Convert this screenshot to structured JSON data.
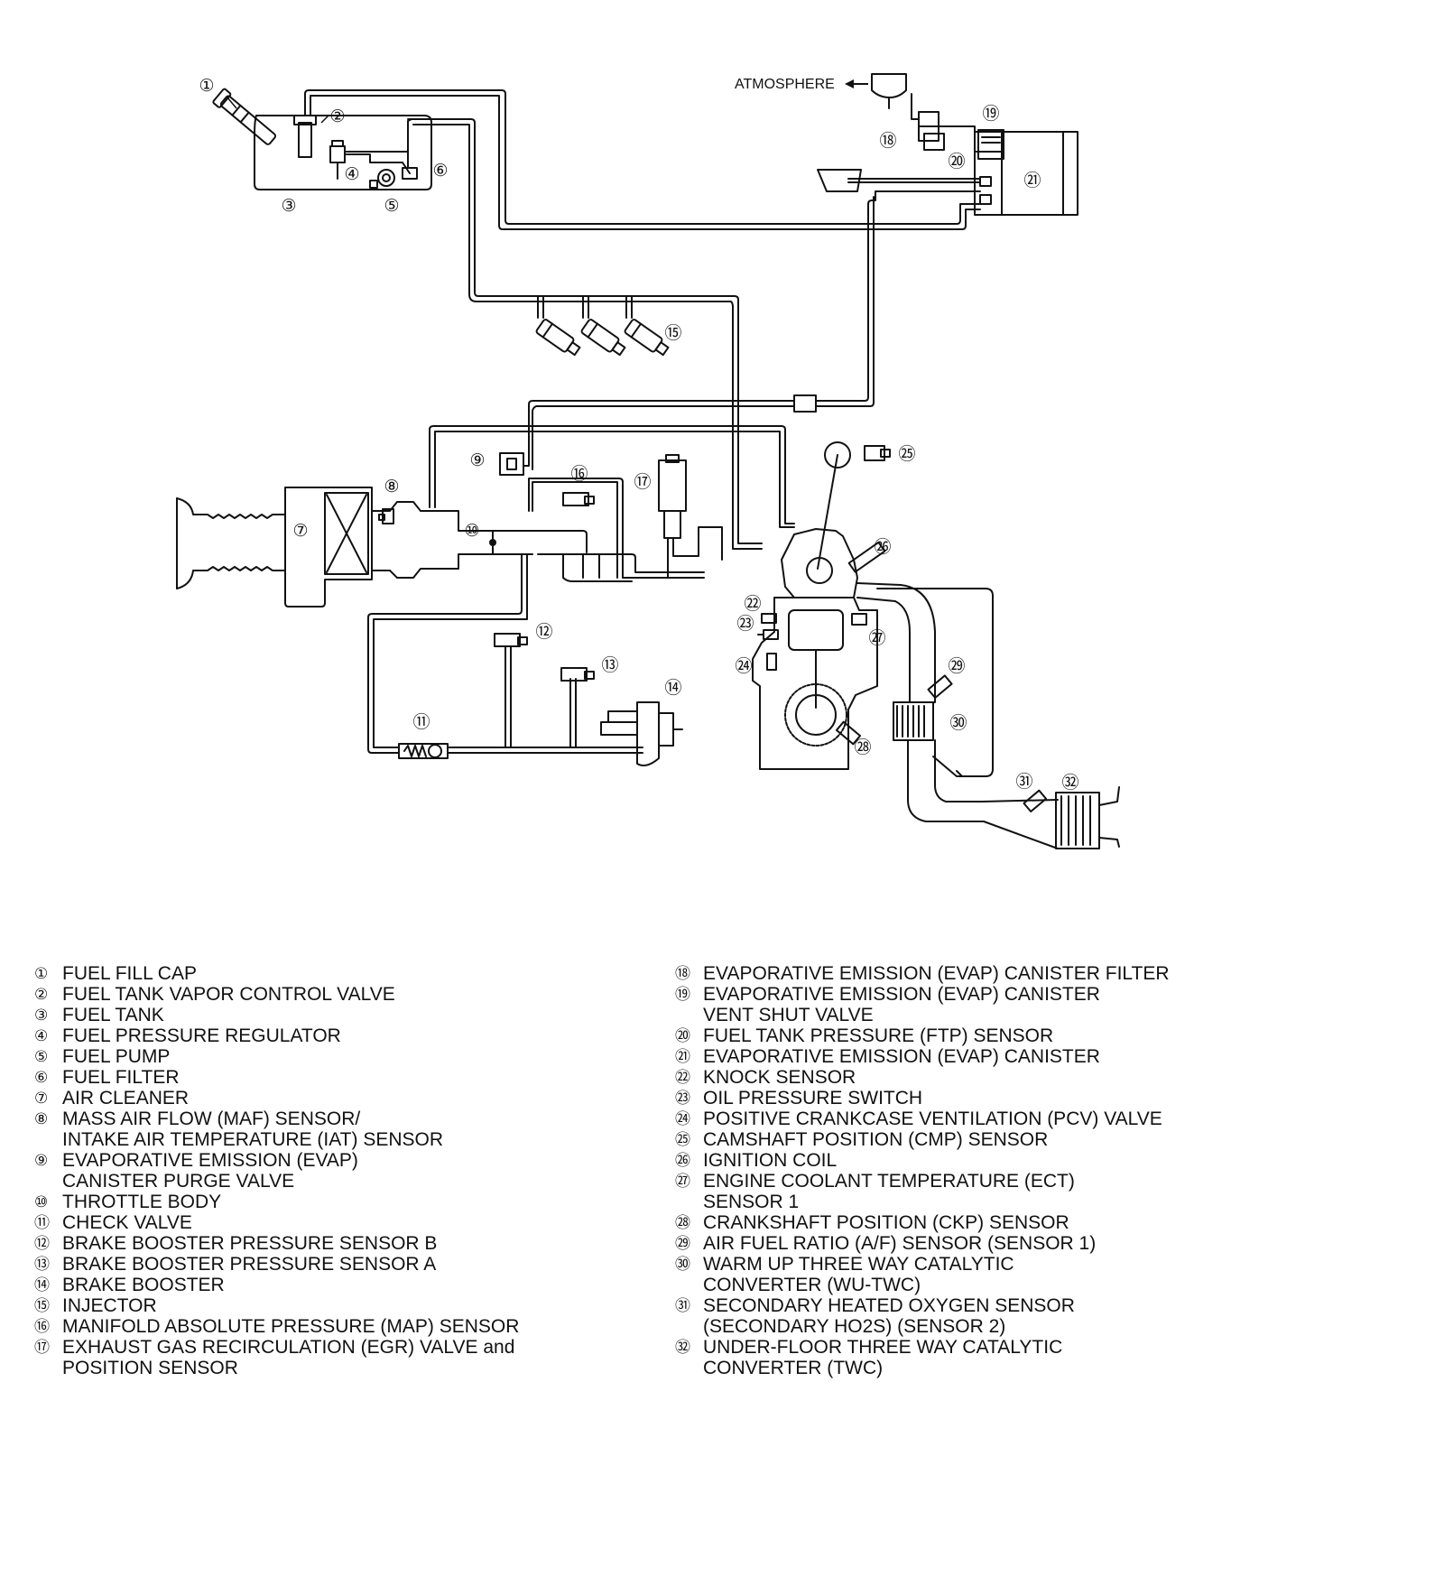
{
  "diagram": {
    "atmosphere_label": "ATMOSPHERE",
    "callouts": [
      {
        "id": "c1",
        "label": "①"
      },
      {
        "id": "c2",
        "label": "②"
      },
      {
        "id": "c3",
        "label": "③"
      },
      {
        "id": "c4",
        "label": "④"
      },
      {
        "id": "c5",
        "label": "⑤"
      },
      {
        "id": "c6",
        "label": "⑥"
      },
      {
        "id": "c7",
        "label": "⑦"
      },
      {
        "id": "c8",
        "label": "⑧"
      },
      {
        "id": "c9",
        "label": "⑨"
      },
      {
        "id": "c10",
        "label": "⑩"
      },
      {
        "id": "c11",
        "label": "⑪"
      },
      {
        "id": "c12",
        "label": "⑫"
      },
      {
        "id": "c13",
        "label": "⑬"
      },
      {
        "id": "c14",
        "label": "⑭"
      },
      {
        "id": "c15",
        "label": "⑮"
      },
      {
        "id": "c16",
        "label": "⑯"
      },
      {
        "id": "c17",
        "label": "⑰"
      },
      {
        "id": "c18",
        "label": "⑱"
      },
      {
        "id": "c19",
        "label": "⑲"
      },
      {
        "id": "c20",
        "label": "⑳"
      },
      {
        "id": "c21",
        "label": "㉑"
      },
      {
        "id": "c22",
        "label": "㉒"
      },
      {
        "id": "c23",
        "label": "㉓"
      },
      {
        "id": "c24",
        "label": "㉔"
      },
      {
        "id": "c25",
        "label": "㉕"
      },
      {
        "id": "c26",
        "label": "㉖"
      },
      {
        "id": "c27",
        "label": "㉗"
      },
      {
        "id": "c28",
        "label": "㉘"
      },
      {
        "id": "c29",
        "label": "㉙"
      },
      {
        "id": "c30",
        "label": "㉚"
      },
      {
        "id": "c31",
        "label": "㉛"
      },
      {
        "id": "c32",
        "label": "㉜"
      }
    ]
  },
  "legend": {
    "left": [
      {
        "num": "①",
        "lines": [
          "FUEL FILL CAP"
        ]
      },
      {
        "num": "②",
        "lines": [
          "FUEL TANK VAPOR CONTROL VALVE"
        ]
      },
      {
        "num": "③",
        "lines": [
          "FUEL TANK"
        ]
      },
      {
        "num": "④",
        "lines": [
          "FUEL PRESSURE REGULATOR"
        ]
      },
      {
        "num": "⑤",
        "lines": [
          "FUEL PUMP"
        ]
      },
      {
        "num": "⑥",
        "lines": [
          "FUEL FILTER"
        ]
      },
      {
        "num": "⑦",
        "lines": [
          "AIR CLEANER"
        ]
      },
      {
        "num": "⑧",
        "lines": [
          "MASS AIR FLOW (MAF) SENSOR/",
          "INTAKE AIR TEMPERATURE (IAT) SENSOR"
        ]
      },
      {
        "num": "⑨",
        "lines": [
          "EVAPORATIVE EMISSION (EVAP)",
          "CANISTER PURGE VALVE"
        ]
      },
      {
        "num": "⑩",
        "lines": [
          "THROTTLE BODY"
        ]
      },
      {
        "num": "⑪",
        "lines": [
          "CHECK VALVE"
        ]
      },
      {
        "num": "⑫",
        "lines": [
          "BRAKE BOOSTER PRESSURE SENSOR B"
        ]
      },
      {
        "num": "⑬",
        "lines": [
          "BRAKE BOOSTER PRESSURE SENSOR A"
        ]
      },
      {
        "num": "⑭",
        "lines": [
          "BRAKE BOOSTER"
        ]
      },
      {
        "num": "⑮",
        "lines": [
          "INJECTOR"
        ]
      },
      {
        "num": "⑯",
        "lines": [
          "MANIFOLD ABSOLUTE PRESSURE (MAP) SENSOR"
        ]
      },
      {
        "num": "⑰",
        "lines": [
          "EXHAUST GAS RECIRCULATION (EGR) VALVE and",
          "POSITION SENSOR"
        ]
      }
    ],
    "right": [
      {
        "num": "⑱",
        "lines": [
          "EVAPORATIVE EMISSION (EVAP) CANISTER FILTER"
        ]
      },
      {
        "num": "⑲",
        "lines": [
          "EVAPORATIVE EMISSION (EVAP) CANISTER",
          "VENT SHUT VALVE"
        ]
      },
      {
        "num": "⑳",
        "lines": [
          "FUEL TANK PRESSURE (FTP) SENSOR"
        ]
      },
      {
        "num": "㉑",
        "lines": [
          "EVAPORATIVE EMISSION (EVAP) CANISTER"
        ]
      },
      {
        "num": "㉒",
        "lines": [
          "KNOCK SENSOR"
        ]
      },
      {
        "num": "㉓",
        "lines": [
          "OIL PRESSURE SWITCH"
        ]
      },
      {
        "num": "㉔",
        "lines": [
          "POSITIVE CRANKCASE VENTILATION (PCV) VALVE"
        ]
      },
      {
        "num": "㉕",
        "lines": [
          "CAMSHAFT POSITION (CMP) SENSOR"
        ]
      },
      {
        "num": "㉖",
        "lines": [
          "IGNITION COIL"
        ]
      },
      {
        "num": "㉗",
        "lines": [
          "ENGINE COOLANT TEMPERATURE (ECT)",
          "SENSOR 1"
        ]
      },
      {
        "num": "㉘",
        "lines": [
          "CRANKSHAFT POSITION (CKP) SENSOR"
        ]
      },
      {
        "num": "㉙",
        "lines": [
          "AIR FUEL RATIO (A/F) SENSOR (SENSOR 1)"
        ]
      },
      {
        "num": "㉚",
        "lines": [
          "WARM UP THREE WAY CATALYTIC",
          "CONVERTER (WU-TWC)"
        ]
      },
      {
        "num": "㉛",
        "lines": [
          "SECONDARY HEATED OXYGEN SENSOR",
          "(SECONDARY HO2S) (SENSOR 2)"
        ]
      },
      {
        "num": "㉜",
        "lines": [
          "UNDER-FLOOR THREE WAY CATALYTIC",
          "CONVERTER (TWC)"
        ]
      }
    ]
  }
}
